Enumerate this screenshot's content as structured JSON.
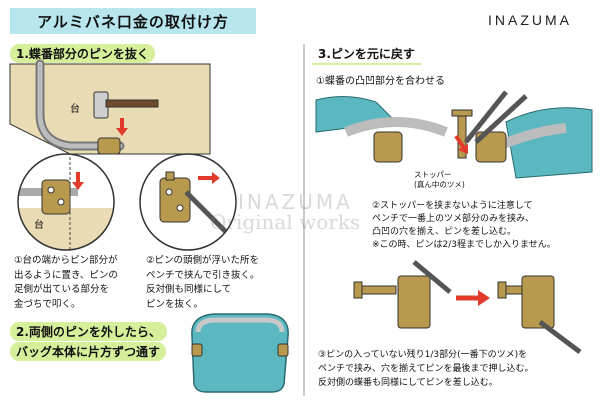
{
  "title": "アルミバネ口金の取付け方",
  "brand": "INAZUMA",
  "watermark": {
    "line1": "INAZUMA",
    "line2": "Original works"
  },
  "left": {
    "step1_heading": "1.蝶番部分のピンを抜く",
    "label_dai": "台",
    "label_dai2": "台",
    "note1": "①台の端からピン部分が\n出るように置き、ピンの\n足側が出ている部分を\n金づちで叩く。",
    "note2": "②ピンの頭側が浮いた所を\nペンチで挟んで引き抜く。\n反対側も同様にして\nピンを抜く。",
    "step2_heading_line1": "2.両側のピンを外したら、",
    "step2_heading_line2": "バッグ本体に片方ずつ通す"
  },
  "right": {
    "step3_heading": "3.ピンを元に戻す",
    "sub1": "①蝶番の凸凹部分を合わせる",
    "stopper_label": "ストッパー\n(真ん中のツメ)",
    "note3": "②ストッパーを挟まないように注意して\nペンチで一番上のツメ部分のみを挟み、\n凸凹の穴を揃え、ピンを差し込む。\n※この時、ピンは2/3程までしか入りません。",
    "note4": "③ピンの入っていない残り1/3部分(一番下のツメ)を\nペンチで挟み、穴を揃えてピンを最後まで押し込む。\n反対側の蝶番も同様にしてピンを差し込む。"
  },
  "colors": {
    "title_bg": "#b8e6ee",
    "highlight": "#d6ef9a",
    "arrow": "#e23b2c",
    "brass": "#b79a4d",
    "bag": "#5bb8c0",
    "table": "#e9dcb4"
  }
}
